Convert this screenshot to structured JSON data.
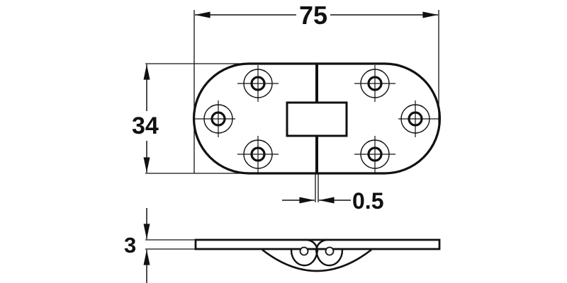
{
  "figure": {
    "subject": "flap hinge technical drawing",
    "units": "mm",
    "stroke_color": "#111111",
    "background_color": "#ffffff"
  },
  "dimensions": {
    "overall_length": {
      "value": "75",
      "orientation": "horizontal"
    },
    "overall_width": {
      "value": "34",
      "orientation": "vertical"
    },
    "knuckle_gap": {
      "value": "0.5",
      "orientation": "horizontal"
    },
    "thickness": {
      "value": "3",
      "orientation": "vertical"
    }
  },
  "views": {
    "top_view": {
      "screw_holes": 6,
      "holes_per_leaf": 3,
      "leaves": 2
    },
    "side_view": {
      "knuckles": 2
    }
  }
}
